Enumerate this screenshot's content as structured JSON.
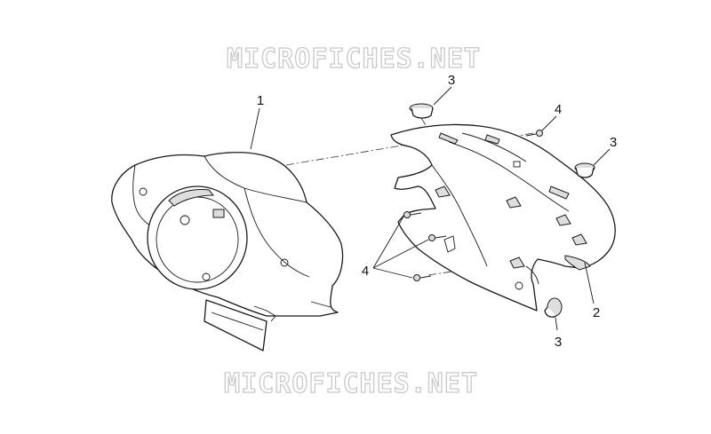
{
  "watermark": {
    "top": "MICROFICHES.NET",
    "bottom": "MICROFICHES.NET"
  },
  "callouts": {
    "part_1": "1",
    "part_2": "2",
    "part_3_top": "3",
    "part_3_right": "3",
    "part_3_bottom": "3",
    "part_4_top": "4",
    "part_4_left": "4"
  }
}
